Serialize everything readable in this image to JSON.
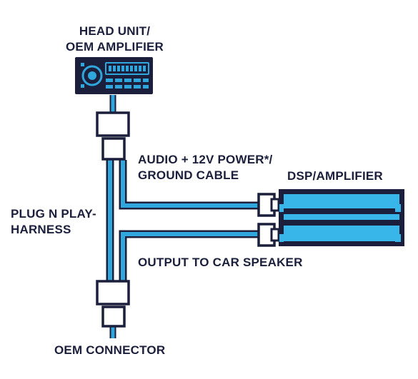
{
  "labels": {
    "head_unit_line1": "HEAD UNIT/",
    "head_unit_line2": "OEM AMPLIFIER",
    "audio_cable_line1": "AUDIO + 12V POWER*/",
    "audio_cable_line2": "GROUND CABLE",
    "dsp_amplifier": "DSP/AMPLIFIER",
    "harness_line1": "PLUG N PLAY-",
    "harness_line2": "HARNESS",
    "output_speaker": "OUTPUT TO CAR SPEAKER",
    "oem_connector": "OEM CONNECTOR"
  },
  "colors": {
    "navy": "#1b1f3b",
    "cable_blue": "#2fa7dc",
    "amp_blue": "#38b6ea",
    "white": "#ffffff"
  }
}
